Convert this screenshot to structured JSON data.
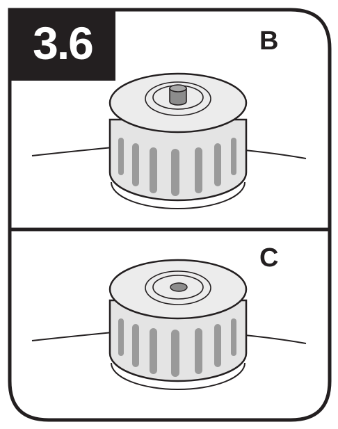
{
  "step_label": "3.6",
  "panels": [
    {
      "letter": "B",
      "state": "spool-with-button"
    },
    {
      "letter": "C",
      "state": "spool-button-removed"
    }
  ],
  "colors": {
    "frame": "#231f20",
    "spool_body": "#e4e4e4",
    "spool_top": "#ececec",
    "rib": "#9a9a9a",
    "button": "#8c8c8c"
  }
}
